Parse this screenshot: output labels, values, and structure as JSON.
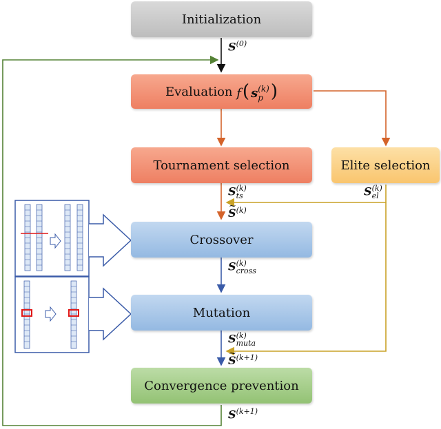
{
  "boxes": {
    "initialization": "Initialization",
    "evaluation_prefix": "Evaluation ",
    "tournament": "Tournament selection",
    "elite": "Elite selection",
    "crossover": "Crossover",
    "mutation": "Mutation",
    "convergence": "Convergence prevention"
  },
  "labels": {
    "s0": {
      "base": "S",
      "sup": "(0)"
    },
    "s_ts": {
      "base": "S",
      "sup": "(k)",
      "sub": "ts"
    },
    "s_tilde_k": {
      "base": "S",
      "sup": "(k)"
    },
    "s_el": {
      "base": "S",
      "sup": "(k)",
      "sub": "el"
    },
    "s_cross": {
      "base": "S",
      "sup": "(k)",
      "sub": "cross"
    },
    "s_muta": {
      "base": "S",
      "sup": "(k)",
      "sub": "muta"
    },
    "s_tilde_k1": {
      "base": "S",
      "sup": "(k+1)"
    },
    "s_k1": {
      "base": "S",
      "sup": "(k+1)"
    },
    "eval_math": {
      "f": "f",
      "s": "s",
      "sub": "p",
      "sup": "(k)"
    }
  },
  "colors": {
    "init": "#c8c8c8",
    "evaluation": "#f2957a",
    "elite": "#fbd08a",
    "crossover": "#a9c9ea",
    "convergence": "#a8d08d",
    "orange_arrow": "#d4632a",
    "gold_arrow": "#c9a227",
    "blue_arrow": "#3a5ba8",
    "green_arrow": "#548235"
  }
}
